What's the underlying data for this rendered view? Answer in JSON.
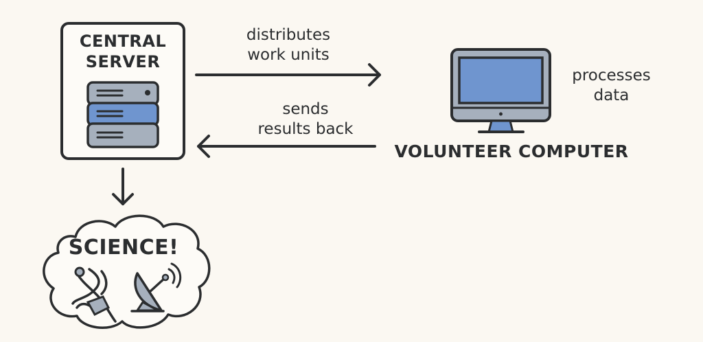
{
  "diagram": {
    "server": {
      "title_line1": "CENTRAL",
      "title_line2": "SERVER"
    },
    "arrows": {
      "forward": {
        "line1": "distributes",
        "line2": "work units"
      },
      "back": {
        "line1": "sends",
        "line2": "results back"
      }
    },
    "computer": {
      "title": "VOLUNTEER COMPUTER",
      "side_line1": "processes",
      "side_line2": "data"
    },
    "science": {
      "title": "SCIENCE!",
      "icons": [
        "dna-icon",
        "satellite-dish-icon"
      ]
    },
    "colors": {
      "background": "#fbf8f2",
      "stroke": "#2b2d2f",
      "gray": "#a6b0bd",
      "blue": "#6f95cf"
    }
  }
}
